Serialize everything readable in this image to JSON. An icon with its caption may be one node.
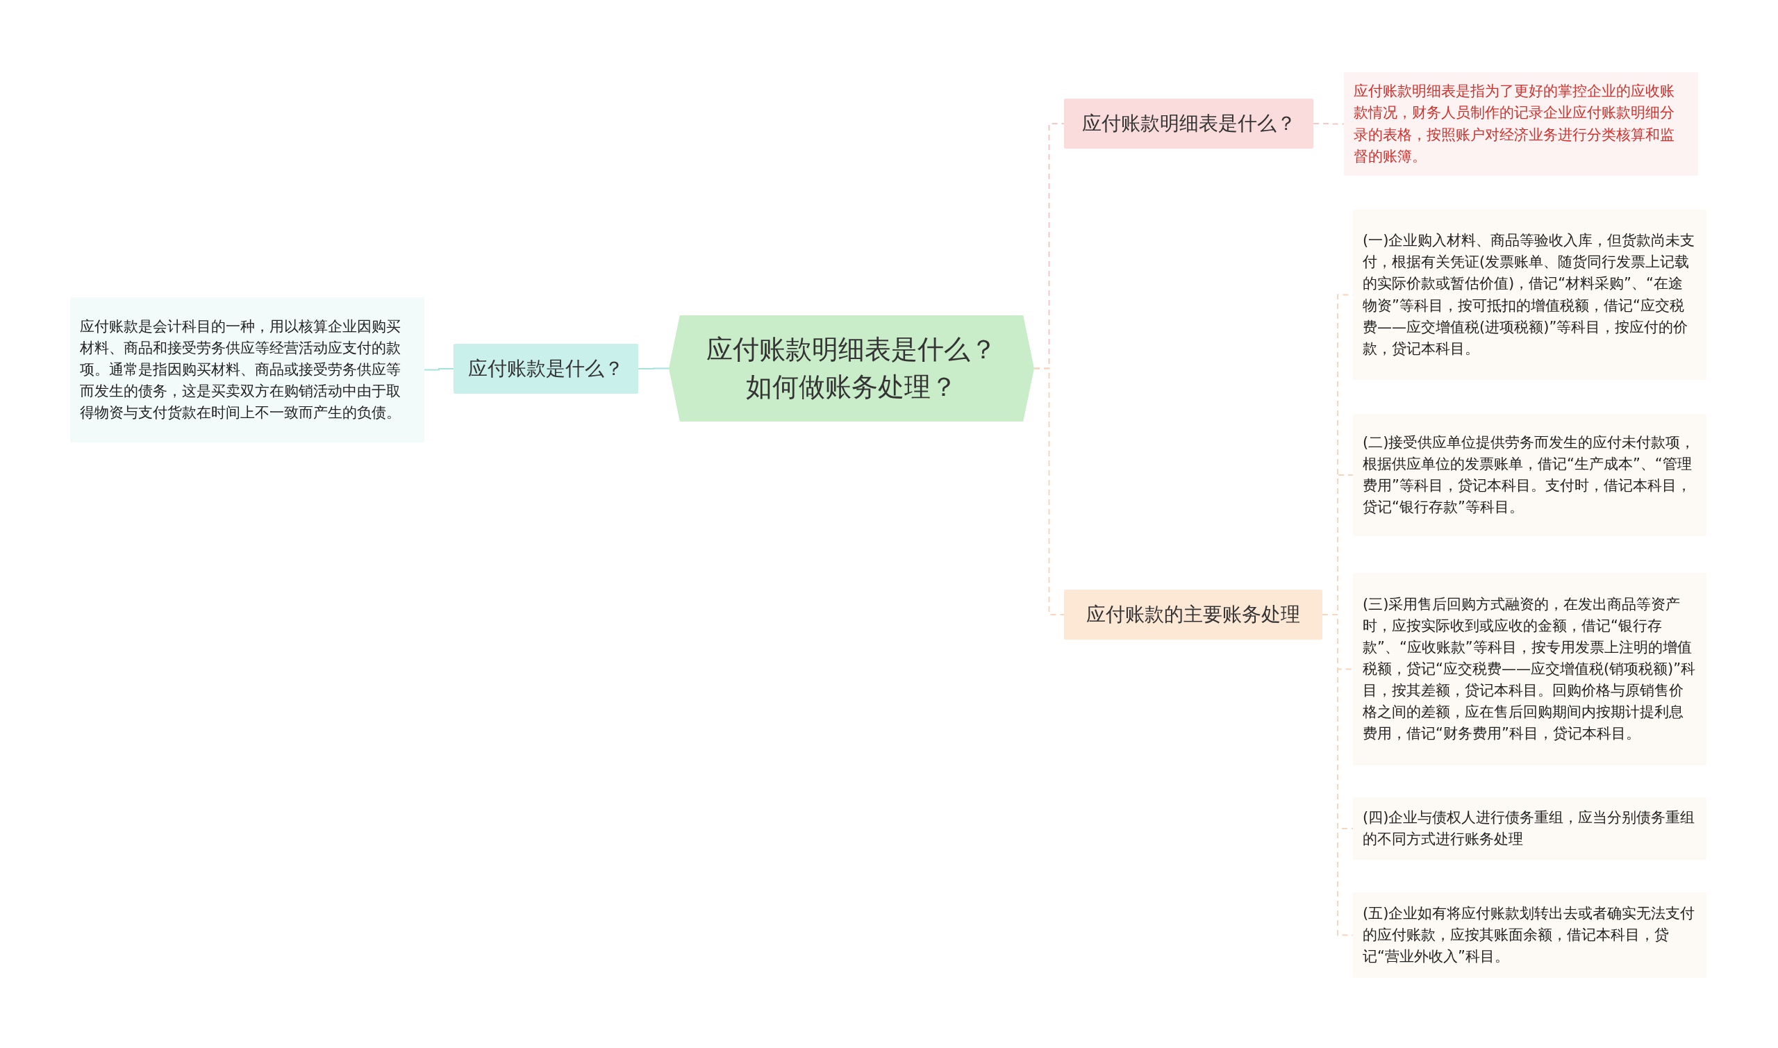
{
  "diagram": {
    "nodes": [
      {
        "text": [
          "应付账款明细表是什么？如何做账务处理？"
        ]
      },
      {
        "text": [
          "应付账款是什么？"
        ]
      },
      {
        "text": [
          "应付账款是会计科目的一种，用以核算企业因购买材料、商品和接受劳务供应等经营活动应支付的款项。通常是指因购买材料、商品或接受劳务供应等而发生的债务，这是买卖双方在购销活动中由于取得物资与支付货款在时间上不一致而产生的负债。"
        ]
      },
      {
        "text": [
          "应付账款明细表是什么？"
        ]
      },
      {
        "text": [
          "应付账款明细表是指为了更好的掌控企业的应收账款情况，财务人员制作的记录企业应付账款明细分录的表格，按照账户对经济业务进行分类核算和监督的账簿。"
        ]
      },
      {
        "text": [
          "应付账款的主要账务处理"
        ]
      },
      {
        "text": [
          "(一)企业购入材料、商品等验收入库，但货款尚未支付，根据有关凭证(发票账单、随货同行发票上记载的实际价款或暂估价值)，借记“材料采购”、“在途物资”等科目，按可抵扣的增值税额，借记“应交税费——应交增值税(进项税额)”等科目，按应付的价款，贷记本科目。"
        ]
      },
      {
        "text": [
          "(二)接受供应单位提供劳务而发生的应付未付款项，根据供应单位的发票账单，借记“生产成本”、“管理费用”等科目，贷记本科目。支付时，借记本科目，贷记“银行存款”等科目。"
        ]
      },
      {
        "text": [
          "(三)采用售后回购方式融资的，在发出商品等资产时，应按实际收到或应收的金额，借记“银行存款”、“应收账款”等科目，按专用发票上注明的增值税额，贷记“应交税费——应交增值税(销项税额)”科目，按其差额，贷记本科目。回购价格与原销售价格之间的差额，应在售后回购期间内按期计提利息费用，借记“财务费用”科目，贷记本科目。"
        ]
      },
      {
        "text": [
          "(四)企业与债权人进行债务重组，应当分别债务重组的不同方式进行账务处理"
        ]
      },
      {
        "text": [
          "(五)企业如有将应付账款划转出去或者确实无法支付的应付账款，应按其账面余额，借记本科目，贷记“营业外收入”科目。"
        ]
      }
    ],
    "edges": [
      {
        "from": 0,
        "to": 1,
        "arrow": "none",
        "color": "#a6e3da"
      },
      {
        "from": 1,
        "to": 2,
        "arrow": "none",
        "color": "#a6e3da"
      },
      {
        "from": 0,
        "to": 3,
        "arrow": "none",
        "style": "dashed",
        "color": "#f5c8c8"
      },
      {
        "from": 3,
        "to": 4,
        "arrow": "none",
        "style": "dashed",
        "color": "#f5c8c8"
      },
      {
        "from": 0,
        "to": 5,
        "arrow": "none",
        "style": "dashed"
      },
      {
        "from": 5,
        "to": 6,
        "arrow": "none",
        "style": "dashed"
      },
      {
        "from": 5,
        "to": 7,
        "arrow": "none",
        "style": "dashed"
      },
      {
        "from": 5,
        "to": 8,
        "arrow": "none",
        "style": "dashed"
      },
      {
        "from": 5,
        "to": 9,
        "arrow": "none",
        "style": "dashed"
      },
      {
        "from": 5,
        "to": 10,
        "arrow": "none",
        "style": "dashed"
      }
    ]
  }
}
